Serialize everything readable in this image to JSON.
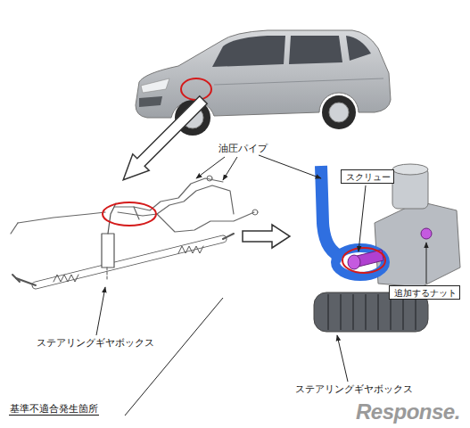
{
  "diagram": {
    "nodes": [
      {
        "text": [
          "スクリュー"
        ]
      },
      {
        "text": [
          "追加するナット"
        ]
      }
    ],
    "labels": [
      "油圧パイプ",
      "ステアリングギヤボックス",
      "ステアリングギヤボックス",
      "基準不適合発生箇所",
      "Response."
    ]
  }
}
